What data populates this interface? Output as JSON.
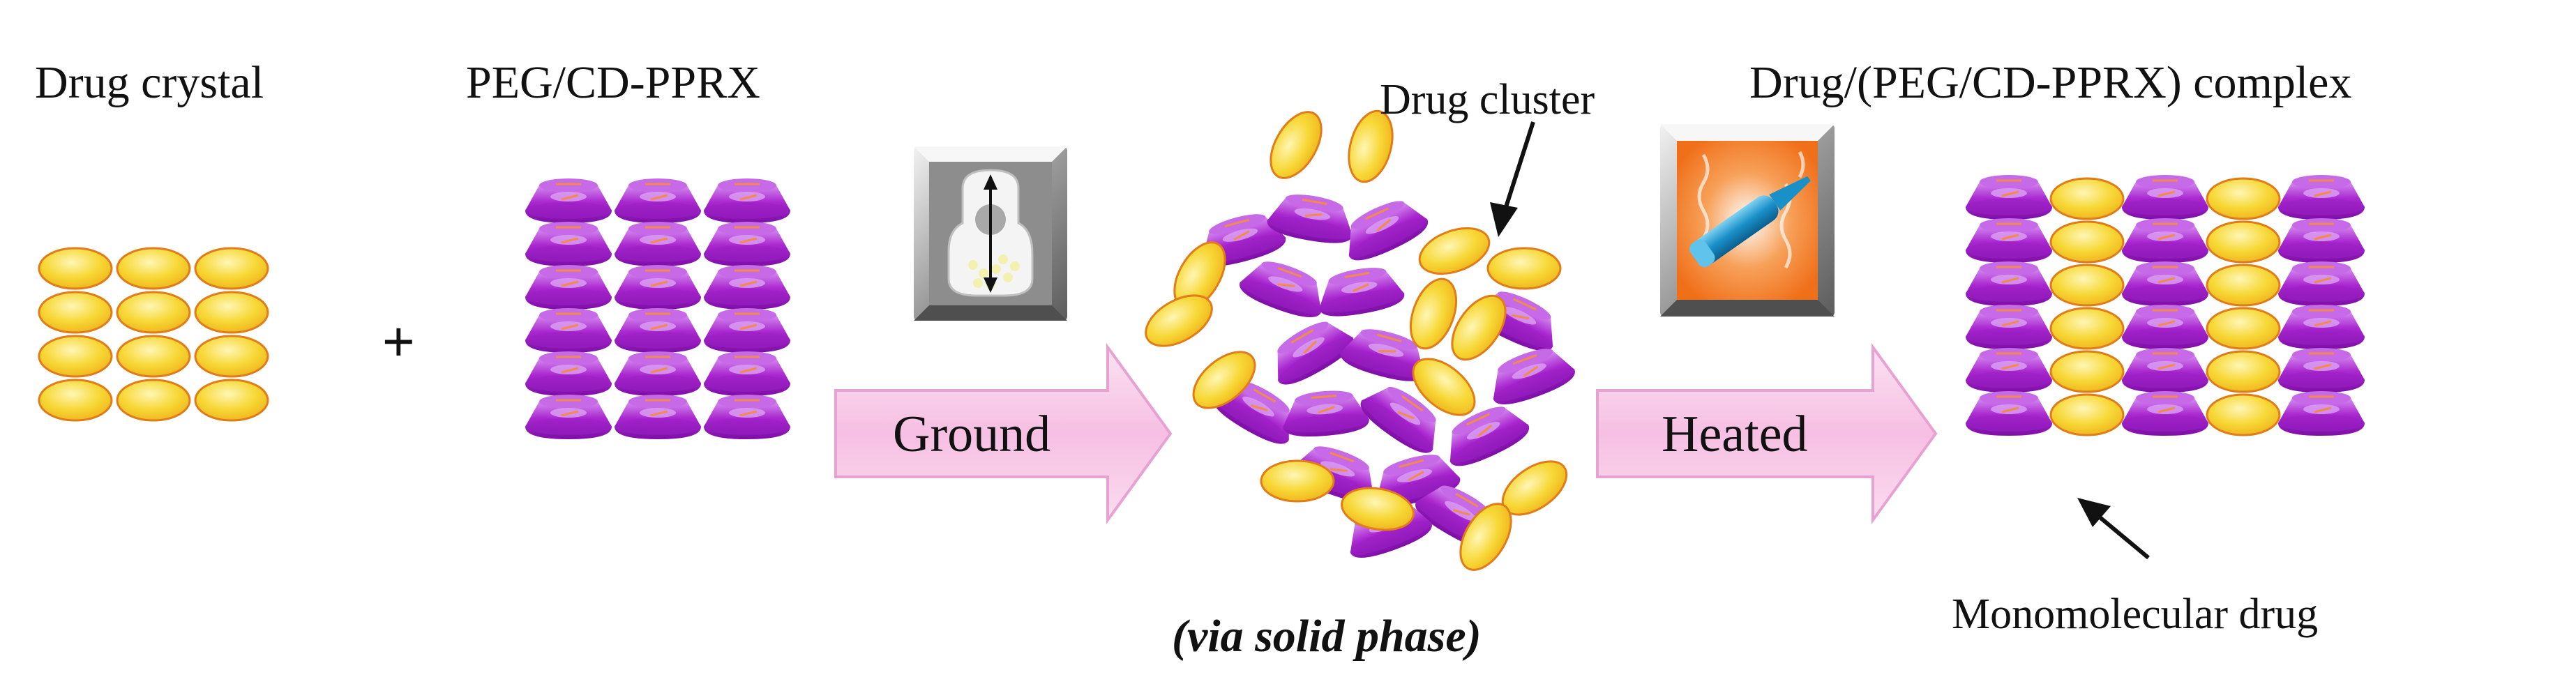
{
  "labels": {
    "drug_crystal": "Drug crystal",
    "peg_cd_pprx": "PEG/CD-PPRX",
    "complex": "Drug/(PEG/CD-PPRX) complex",
    "plus": "+",
    "drug_cluster": "Drug cluster",
    "ground": "Ground",
    "heated": "Heated",
    "via_solid_phase": "(via solid phase)",
    "monomolecular_drug": "Monomolecular drug"
  },
  "colors": {
    "drug_fill": "#f5cf2a",
    "drug_stroke": "#e07c1a",
    "cd_fill": "#a323c8",
    "cd_light": "#d58df0",
    "arrow_fill": "#f8c7e7",
    "arrow_stroke": "#e7a2d2",
    "orange": "#f2802a"
  },
  "icons": {
    "grinding": "ball-mill-icon",
    "heating": "heater-tube-icon"
  }
}
